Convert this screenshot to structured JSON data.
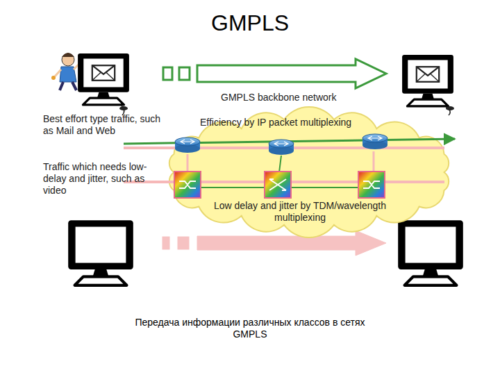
{
  "diagram": {
    "title": "GMPLS",
    "caption": "Передача информации различных классов в сетях GMPLS",
    "nodes": [
      {
        "text": [
          "GMPLS backbone network",
          "Efficiency by IP packet multiplexing",
          "Low delay and jitter by TDM/wavelength multiplexing"
        ]
      }
    ],
    "labels": [
      "Best effort type traffic, such as Mail and Web",
      "Traffic which needs low-delay and jitter, such as video"
    ]
  }
}
